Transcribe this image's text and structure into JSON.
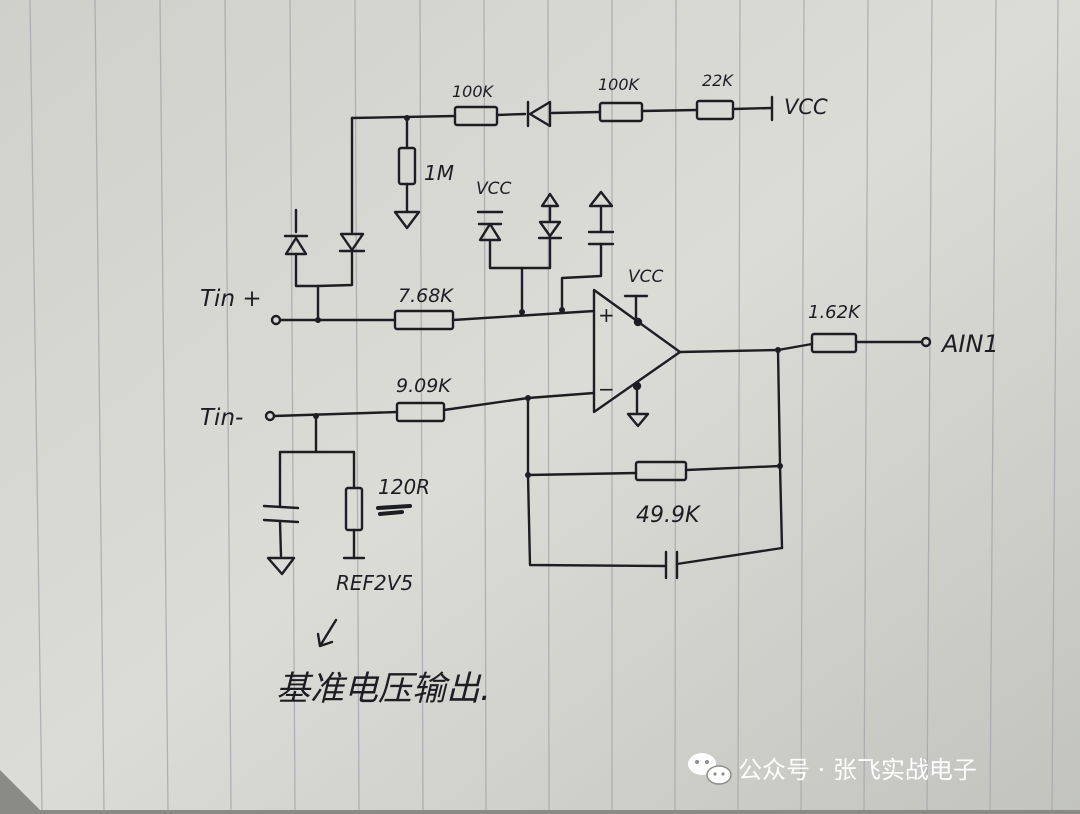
{
  "colors": {
    "ink": "#1d1d24",
    "paper": "#d9d9d4",
    "rule": "#a9a9ad",
    "background": "#8a8a86"
  },
  "labels": {
    "r_100k_a": "100K",
    "r_100k_b": "100K",
    "r_22k": "22K",
    "vcc_top": "VCC",
    "r_1m": "1M",
    "vcc_clamp": "VCC",
    "vcc_opamp": "VCC",
    "tin_plus": "Tin +",
    "tin_minus": "Tin-",
    "r_768k": "7.68K",
    "r_909k": "9.09K",
    "r_162k": "1.62K",
    "ain1": "AIN1",
    "plus_sign": "+",
    "minus_sign": "−",
    "r_120r": "120R",
    "ref": "REF2V5",
    "r_499k": "49.9K",
    "note": "基准电压输出."
  },
  "watermark": {
    "icon": "wechat-icon",
    "text": "公众号 · 张飞实战电子"
  }
}
